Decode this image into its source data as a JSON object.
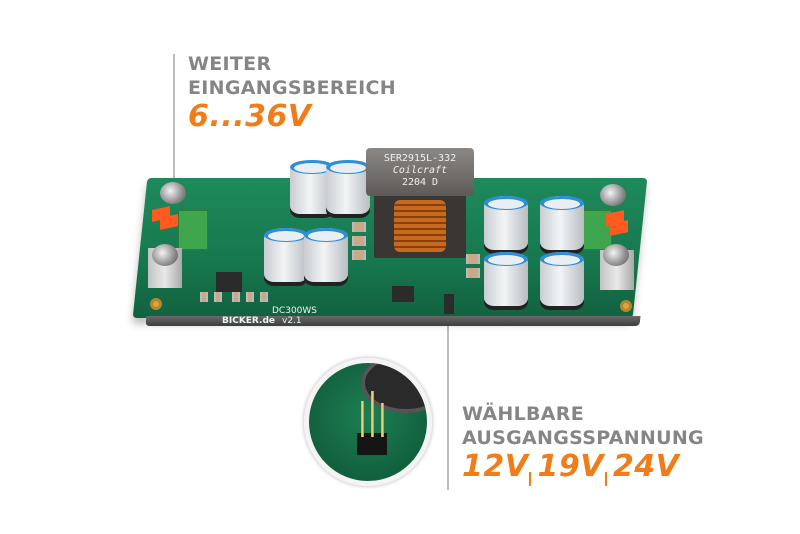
{
  "callouts": {
    "input": {
      "line1": "WEITER",
      "line2": "EINGANGSBEREICH",
      "value": "6...36V"
    },
    "output": {
      "line1": "WÄHLBARE",
      "line2": "AUSGANGSSPANNUNG",
      "values": [
        "12V",
        "19V",
        "24V"
      ]
    }
  },
  "board": {
    "inductor_line1": "SER2915L-332",
    "inductor_line2": "Coilcraft",
    "inductor_line3": "2204  D",
    "model": "DC300WS",
    "version": "v2.1",
    "brand": "BICKER.de"
  },
  "colors": {
    "heading_gray": "#858585",
    "accent_orange": "#ef7d1a",
    "pcb_green": "#17774e",
    "leader_gray": "#bdbdbd"
  }
}
